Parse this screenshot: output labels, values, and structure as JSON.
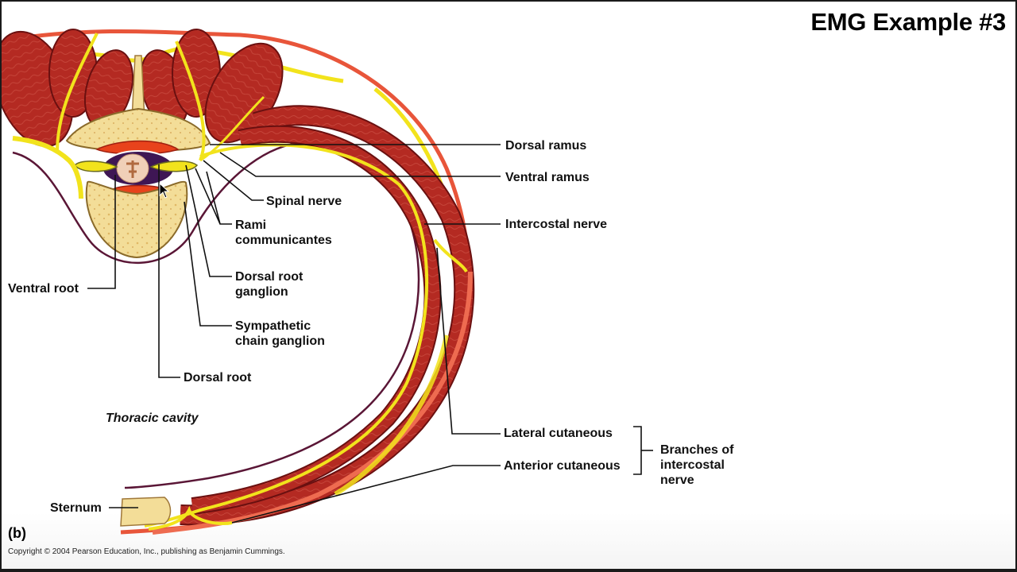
{
  "slide": {
    "title": "EMG Example #3",
    "panel_id": "(b)",
    "copyright": "Copyright © 2004 Pearson Education, Inc., publishing as Benjamin Cummings."
  },
  "diagram": {
    "subject": "Thoracic spinal nerve and intercostal nerve distribution (cross-section)",
    "labels": {
      "dorsal_ramus": "Dorsal ramus",
      "ventral_ramus": "Ventral ramus",
      "spinal_nerve": "Spinal nerve",
      "rami_communicantes_1": "Rami",
      "rami_communicantes_2": "communicantes",
      "intercostal_nerve": "Intercostal nerve",
      "ventral_root": "Ventral root",
      "dorsal_root_ganglion_1": "Dorsal root",
      "dorsal_root_ganglion_2": "ganglion",
      "sympathetic_chain_ganglion_1": "Sympathetic",
      "sympathetic_chain_ganglion_2": "chain ganglion",
      "dorsal_root": "Dorsal root",
      "thoracic_cavity": "Thoracic cavity",
      "lateral_cutaneous": "Lateral cutaneous",
      "anterior_cutaneous": "Anterior cutaneous",
      "branches_group_1": "Branches of",
      "branches_group_2": "intercostal",
      "branches_group_3": "nerve",
      "sternum": "Sternum"
    },
    "colors": {
      "nerve": "#f2e31c",
      "muscle": "#b42a22",
      "muscle_dark": "#7a1414",
      "bone": "#f3dd98",
      "skin": "#e8553a",
      "membrane": "#5a1636",
      "leader": "#111111"
    }
  }
}
